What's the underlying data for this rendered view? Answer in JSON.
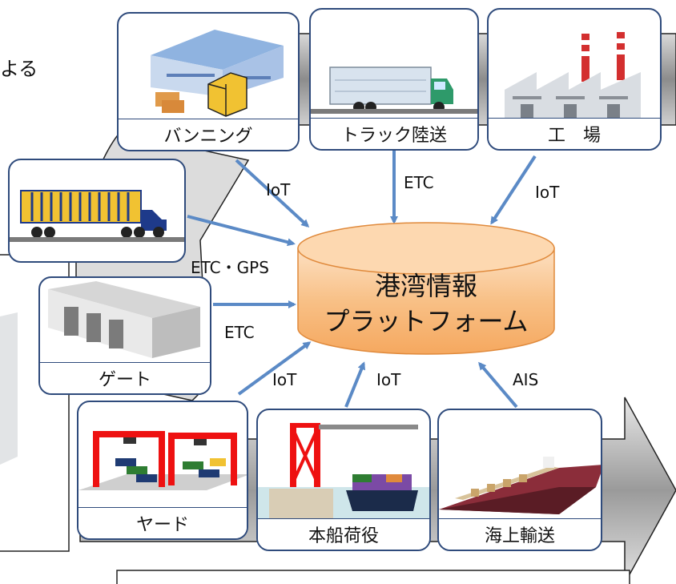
{
  "snippet": "よる",
  "platform": {
    "line1": "港湾情報",
    "line2": "プラットフォーム"
  },
  "nodes": {
    "vanning": "バンニング",
    "truck": "トラック陸送",
    "factory": "工　場",
    "gate": "ゲート",
    "yard": "ヤード",
    "loading": "本船荷役",
    "shipping": "海上輸送"
  },
  "links": {
    "vanning": "IoT",
    "truck": "ETC",
    "factory": "IoT",
    "trailer": "ETC・GPS",
    "gate": "ETC",
    "yard": "IoT",
    "loading": "IoT",
    "shipping": "AIS"
  },
  "colors": {
    "frame": "#2f4b7c",
    "arrow": "#5b8ac6",
    "cylinder": "#f9c087",
    "flow_arrow": "#b3b3b3"
  }
}
